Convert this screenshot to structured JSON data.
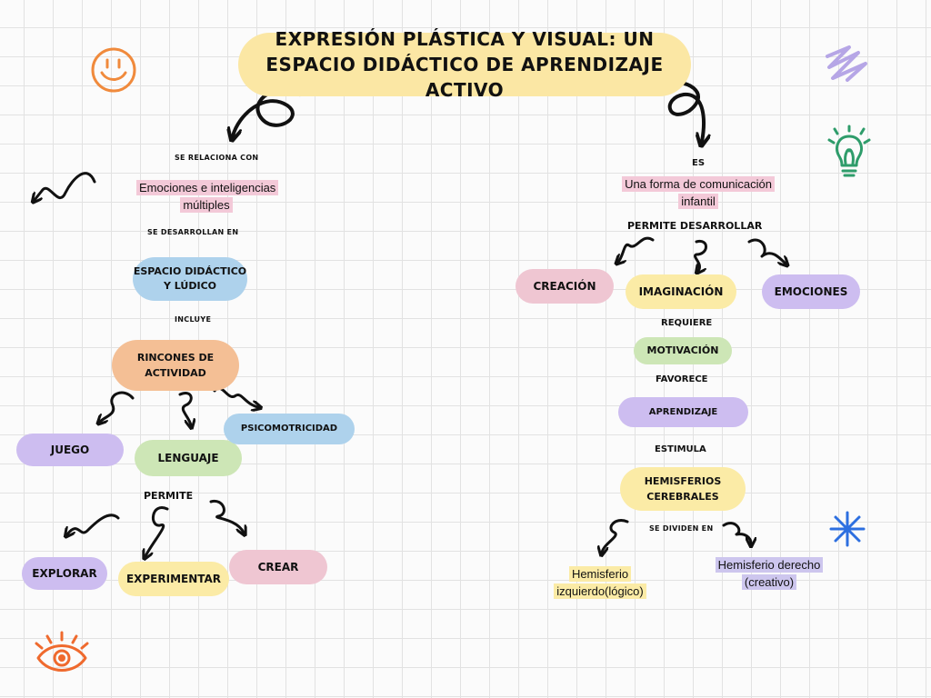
{
  "title": "Expresión plástica y visual: un espacio didáctico de aprendizaje activo",
  "left": {
    "link_relaciona": "se relaciona con",
    "emociones_inteligencias": "Emociones e inteligencias múltiples",
    "link_desarrollan": "se desarrollan en",
    "espacio": "Espacio didáctico y lúdico",
    "link_incluye": "incluye",
    "rincones": "Rincones de actividad",
    "juego": "Juego",
    "lenguaje": "Lenguaje",
    "psicomotricidad": "Psicomotricidad",
    "link_permite": "permite",
    "explorar": "Explorar",
    "experimentar": "Experimentar",
    "crear": "Crear"
  },
  "right": {
    "link_es": "es",
    "comunicacion": "Una forma de comunicación infantil",
    "link_permite": "permite desarrollar",
    "creacion": "Creación",
    "imaginacion": "Imaginación",
    "emociones": "Emociones",
    "link_requiere": "requiere",
    "motivacion": "Motivación",
    "link_favorece": "favorece",
    "aprendizaje": "Aprendizaje",
    "link_estimula": "estimula",
    "hemisferios": "Hemisferios cerebrales",
    "link_dividen": "se dividen en",
    "izquierdo": "Hemisferio izquierdo(lógico)",
    "derecho": "Hemisferio derecho (creativo)"
  },
  "decorations": {
    "smiley": "smiley-icon",
    "scribble": "scribble-icon",
    "lightbulb": "lightbulb-icon",
    "star": "star-icon",
    "eye": "eye-icon"
  },
  "colors": {
    "yellow": "#fbeba6",
    "pink": "#efc6d2",
    "blue": "#aed2ec",
    "purple": "#cdbdf0",
    "green": "#cde6b6",
    "orange": "#f4bf95"
  }
}
